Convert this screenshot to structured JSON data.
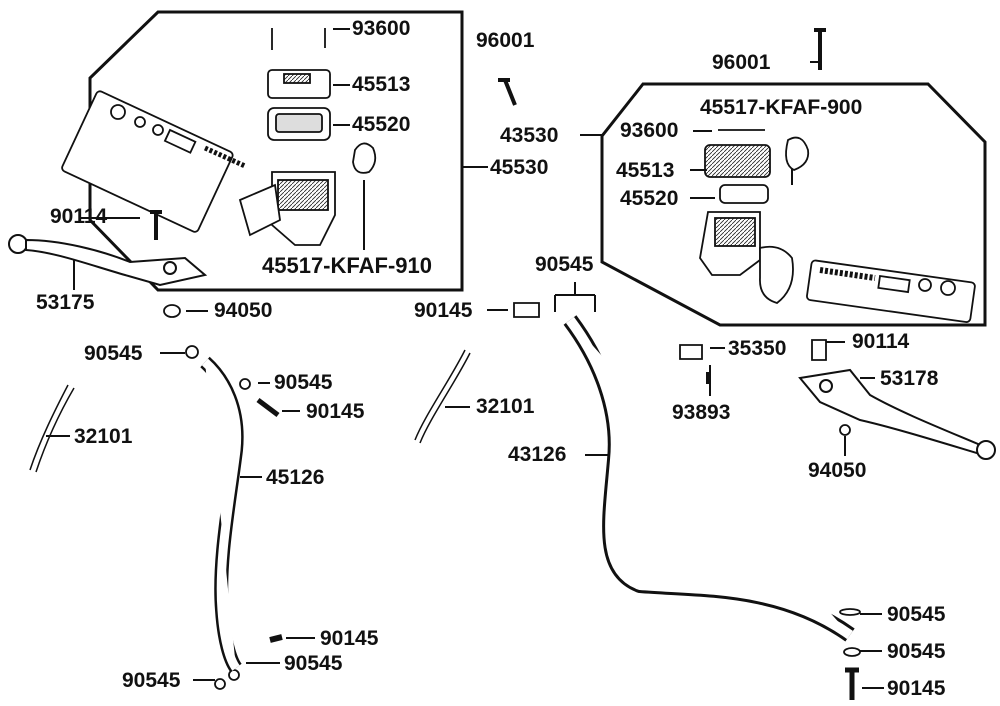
{
  "labels": {
    "l93600a": "93600",
    "l96001a": "96001",
    "l96001b": "96001",
    "l45513a": "45513",
    "l45520a": "45520",
    "l45530": "45530",
    "l43530": "43530",
    "l45517b": "45517-KFAF-900",
    "l93600b": "93600",
    "l45513b": "45513",
    "l45520b": "45520",
    "l45517a": "45517-KFAF-910",
    "l90114a": "90114",
    "l53175": "53175",
    "l94050a": "94050",
    "l90545top": "90545",
    "l90145mid": "90145",
    "l90545l1": "90545",
    "l90545l2": "90545",
    "l90145l1": "90145",
    "l32101a": "32101",
    "l45126": "45126",
    "l32101b": "32101",
    "l43126": "43126",
    "l35350": "35350",
    "l90114b": "90114",
    "l53178": "53178",
    "l93893": "93893",
    "l94050b": "94050",
    "l90145l2": "90145",
    "l90545l3": "90545",
    "l90545l4": "90545",
    "l90545r1": "90545",
    "l90545r2": "90545",
    "l90145r": "90145"
  }
}
